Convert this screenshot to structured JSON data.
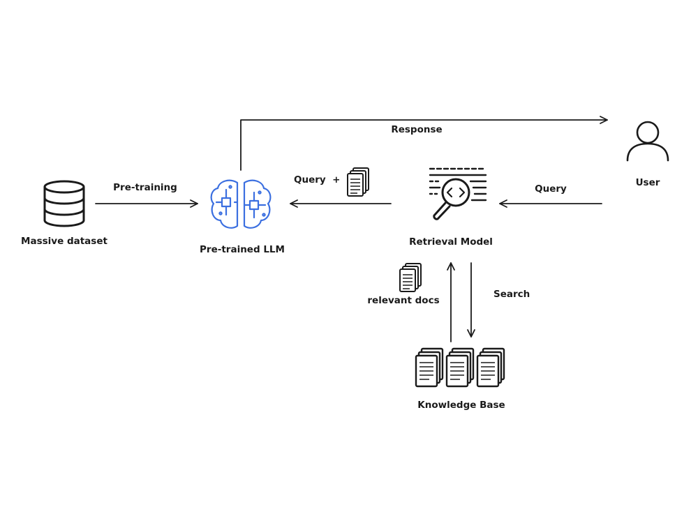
{
  "nodes": {
    "dataset": {
      "label": "Massive dataset",
      "icon": "database-icon"
    },
    "llm": {
      "label": "Pre-trained LLM",
      "icon": "brain-chip-icon",
      "accent": "#3b6fe0"
    },
    "retrieval": {
      "label": "Retrieval Model",
      "icon": "magnifier-code-icon"
    },
    "user": {
      "label": "User",
      "icon": "user-icon"
    },
    "knowledge_base": {
      "label": "Knowledge Base",
      "icon": "document-stack-icon"
    }
  },
  "edges": {
    "pretraining": "Pre-training",
    "response": "Response",
    "query_docs": "Query  +",
    "user_query": "Query",
    "relevant_docs": "relevant docs",
    "search": "Search"
  },
  "colors": {
    "stroke": "#1a1a1a",
    "accent": "#3b6fe0",
    "background": "#ffffff"
  }
}
